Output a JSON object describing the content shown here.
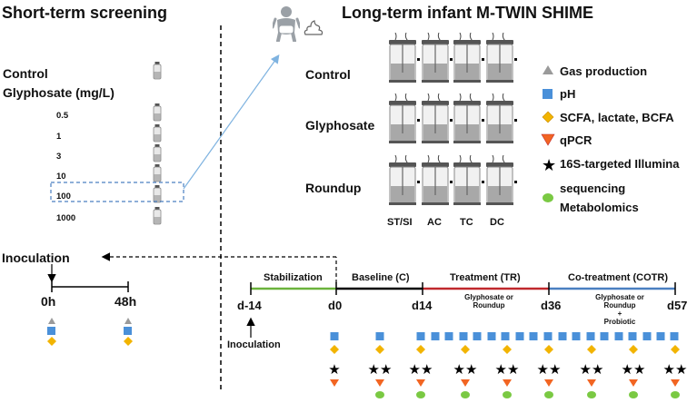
{
  "left": {
    "title": "Short-term screening",
    "control_label": "Control",
    "glyphosate_label": "Glyphosate (mg/L)",
    "doses": [
      "0.5",
      "1",
      "3",
      "10",
      "100",
      "1000"
    ],
    "inoculation_label": "Inoculation",
    "time_points": [
      "0h",
      "48h"
    ]
  },
  "right": {
    "title": "Long-term infant M-TWIN SHIME",
    "rows": [
      "Control",
      "Glyphosate",
      "Roundup"
    ],
    "columns": [
      "ST/SI",
      "AC",
      "TC",
      "DC"
    ]
  },
  "legend": {
    "items": [
      {
        "shape": "triangle",
        "color": "#9a9a9a",
        "label": "Gas production"
      },
      {
        "shape": "square",
        "color": "#4a90d9",
        "label": "pH"
      },
      {
        "shape": "diamond",
        "color": "#f2b400",
        "label": "SCFA, lactate, BCFA"
      },
      {
        "shape": "inverted-triangle",
        "color": "#f26522",
        "label": "qPCR"
      },
      {
        "shape": "star",
        "color": "#000000",
        "label": "16S-targeted Illumina"
      },
      {
        "shape": "circle",
        "color": "#7ac943",
        "label": "sequencing"
      }
    ],
    "extra_label": "Metabolomics"
  },
  "timeline": {
    "phases": [
      {
        "label": "Stabilization",
        "color": "#6bb33c"
      },
      {
        "label": "Baseline (C)",
        "color": "#000000"
      },
      {
        "label": "Treatment (TR)",
        "color": "#c0282d"
      },
      {
        "label": "Co-treatment (COTR)",
        "color": "#4a7fc1"
      }
    ],
    "days": [
      "d-14",
      "d0",
      "d14",
      "d36",
      "d57"
    ],
    "treatment_note": "Glyphosate or Roundup",
    "cotreatment_note_line1": "Glyphosate or",
    "cotreatment_note_line2": "Roundup",
    "cotreatment_note_line3": "+",
    "cotreatment_note_line4": "Probiotic",
    "inoculation_label": "Inoculation"
  },
  "colors": {
    "triangle": "#9a9a9a",
    "square": "#4a90d9",
    "diamond": "#f2b400",
    "inverted": "#f26522",
    "circle": "#7ac943",
    "arrow": "#7fb3e0",
    "dashbox": "#4a7fc1"
  }
}
